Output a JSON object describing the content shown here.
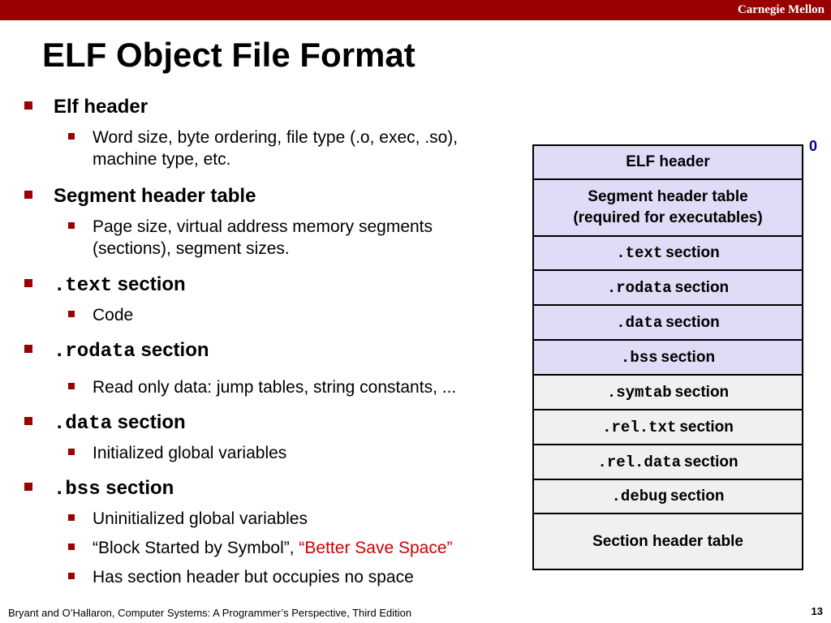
{
  "header": {
    "brand": "Carnegie Mellon",
    "title": "ELF Object File Format"
  },
  "bullets": [
    {
      "label": "Elf header",
      "subs": [
        "Word size, byte ordering, file type (.o, exec, .so), machine type, etc."
      ]
    },
    {
      "label": "Segment header table",
      "subs": [
        "Page size, virtual address memory segments (sections), segment sizes."
      ]
    },
    {
      "code": ".text",
      "label": " section",
      "subs": [
        "Code"
      ]
    },
    {
      "code": ".rodata",
      "label": " section",
      "subs": [
        "Read only data: jump tables, string constants, ..."
      ]
    },
    {
      "code": ".data",
      "label": " section",
      "subs": [
        "Initialized global variables"
      ]
    },
    {
      "code": ".bss",
      "label": " section",
      "subs": [
        "Uninitialized global variables",
        "“Block Started by Symbol”, ",
        "Has section header but occupies no space"
      ],
      "highlight": "“Better Save Space”"
    }
  ],
  "table": {
    "start_label": "0",
    "rows": [
      {
        "text": "ELF header",
        "color": "#dedcf6"
      },
      {
        "line1": "Segment header table",
        "line2": "(required for executables)",
        "color": "#dedcf6"
      },
      {
        "code": ".text",
        "label": "section",
        "color": "#dedcf6"
      },
      {
        "code": ".rodata",
        "label": "section",
        "color": "#dedcf6"
      },
      {
        "code": ".data",
        "label": "section",
        "color": "#dedcf6"
      },
      {
        "code": ".bss",
        "label": "section",
        "color": "#dedcf6"
      },
      {
        "code": ".symtab",
        "label": "section",
        "color": "#f0f0f0"
      },
      {
        "code": ".rel.txt",
        "label": "section",
        "color": "#f0f0f0"
      },
      {
        "code": ".rel.data",
        "label": "section",
        "color": "#f0f0f0"
      },
      {
        "code": ".debug",
        "label": "section",
        "color": "#f0f0f0"
      },
      {
        "text": "Section header table",
        "color": "#f0f0f0"
      }
    ]
  },
  "footer": {
    "citation": "Bryant and O’Hallaron, Computer Systems: A Programmer’s Perspective, Third Edition",
    "page": "13"
  },
  "colors": {
    "accent": "#990000",
    "highlight": "#cc0000",
    "table_blue": "#dedcf6",
    "table_gray": "#f0f0f0"
  }
}
